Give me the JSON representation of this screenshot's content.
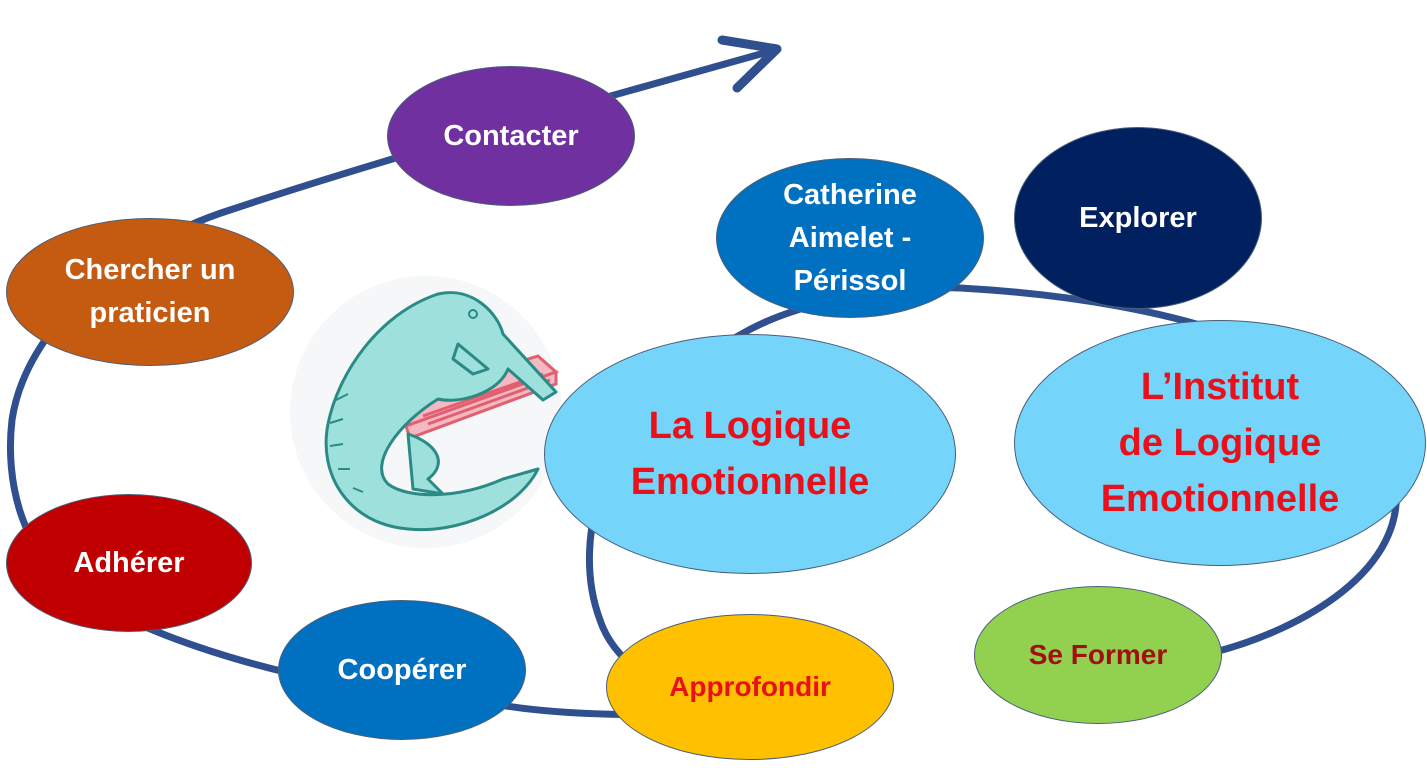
{
  "colors": {
    "spiral": "#2f4f8f",
    "contacter": "#7030a0",
    "chercher": "#c55a11",
    "adherer": "#c00000",
    "cooperer": "#0070c0",
    "approfondir": "#ffc000",
    "se_former": "#92d050",
    "explorer": "#002060",
    "catherine": "#0070c0",
    "logique": "#75d4fa",
    "institut": "#75d4fa"
  },
  "nodes": {
    "contacter": "Contacter",
    "chercher_line1": "Chercher un",
    "chercher_line2": "praticien",
    "catherine_line1": "Catherine",
    "catherine_line2": "Aimelet -",
    "catherine_line3": "Périssol",
    "explorer": "Explorer",
    "logique_line1": "La Logique",
    "logique_line2": "Emotionnelle",
    "institut_line1": "L’Institut",
    "institut_line2": "de Logique",
    "institut_line3": "Emotionnelle",
    "adherer": "Adhérer",
    "cooperer": "Coopérer",
    "approfondir": "Approfondir",
    "se_former": "Se Former"
  },
  "logo_icon": "crocodile-on-book-icon"
}
